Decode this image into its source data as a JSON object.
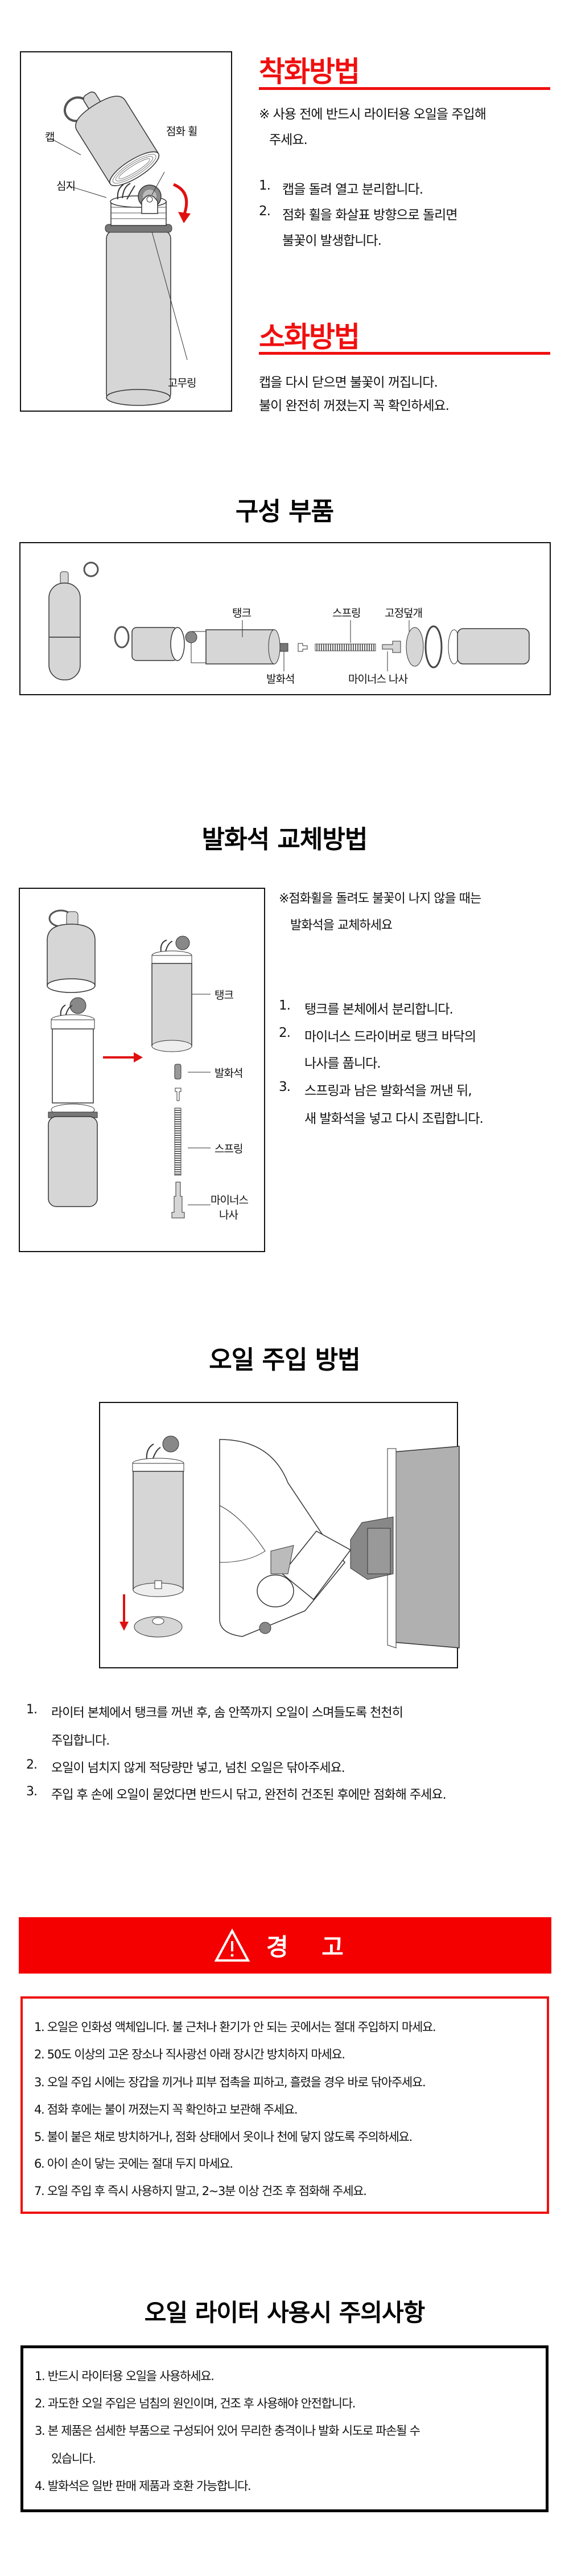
{
  "ignition": {
    "title": "착화방법",
    "note_line1": "※ 사용 전에 반드시 라이터용 오일을 주입해",
    "note_line2": "주세요.",
    "steps": [
      {
        "num": "1.",
        "line1": "캡을 돌려 열고 분리합니다."
      },
      {
        "num": "2.",
        "line1": "점화 휠을 화살표 방향으로 돌리면",
        "line2": "불꽃이 발생합니다."
      }
    ],
    "labels": {
      "cap": "캡",
      "wheel": "점화 휠",
      "wick": "심지",
      "oring": "고무링"
    }
  },
  "extinguish": {
    "title": "소화방법",
    "line1": "캡을 다시 닫으면 불꽃이 꺼집니다.",
    "line2": "불이 완전히 꺼졌는지 꼭 확인하세요."
  },
  "components": {
    "title": "구성 부품",
    "labels": {
      "tank": "탱크",
      "spring": "스프링",
      "cover": "고정덮개",
      "flint": "발화석",
      "screw": "마이너스 나사"
    }
  },
  "flint_replace": {
    "title": "발화석 교체방법",
    "note_line1": "※점화휠을 돌려도 불꽃이 나지 않을 때는",
    "note_line2": "발화석을 교체하세요",
    "steps": [
      {
        "num": "1.",
        "line1": "탱크를 본체에서 분리합니다."
      },
      {
        "num": "2.",
        "line1": "마이너스 드라이버로 탱크 바닥의",
        "line2": "나사를 풉니다."
      },
      {
        "num": "3.",
        "line1": "스프링과 남은 발화석을 꺼낸 뒤,",
        "line2": "새 발화석을 넣고 다시 조립합니다."
      }
    ],
    "labels": {
      "tank": "탱크",
      "flint": "발화석",
      "spring": "스프링",
      "screw_line1": "마이너스",
      "screw_line2": "나사"
    }
  },
  "oil_fill": {
    "title": "오일 주입 방법",
    "steps": [
      {
        "num": "1.",
        "line1": "라이터 본체에서 탱크를 꺼낸 후, 솜 안쪽까지 오일이 스며들도록 천천히",
        "line2": "주입합니다."
      },
      {
        "num": "2.",
        "line1": "오일이 넘치지 않게 적당량만 넣고, 넘친 오일은 닦아주세요."
      },
      {
        "num": "3.",
        "line1": "주입 후 손에 오일이 묻었다면 반드시 닦고, 완전히 건조된 후에만 점화해 주세요."
      }
    ]
  },
  "warning": {
    "title": "경 고",
    "icon": "warning-triangle-icon",
    "items": [
      "1. 오일은 인화성 액체입니다. 불 근처나 환기가 안 되는 곳에서는 절대 주입하지 마세요.",
      "2. 50도 이상의 고온 장소나 직사광선 아래 장시간 방치하지 마세요.",
      "3. 오일 주입 시에는 장갑을 끼거나 피부 접촉을 피하고, 흘렸을 경우 바로 닦아주세요.",
      "4. 점화 후에는 불이 꺼졌는지 꼭 확인하고 보관해 주세요.",
      "5. 불이 붙은 채로 방치하거나, 점화 상태에서 옷이나 천에 닿지 않도록 주의하세요.",
      "6. 아이 손이 닿는 곳에는 절대 두지 마세요.",
      "7. 오일 주입 후 즉시 사용하지 말고, 2~3분 이상 건조 후 점화해 주세요."
    ]
  },
  "caution": {
    "title": "오일 라이터 사용시 주의사항",
    "items": [
      {
        "line1": "1. 반드시 라이터용 오일을 사용하세요."
      },
      {
        "line1": "2. 과도한 오일 주입은 넘침의 원인이며, 건조 후 사용해야 안전합니다."
      },
      {
        "line1": "3. 본 제품은 섬세한 부품으로 구성되어 있어 무리한 충격이나 발화 시도로 파손될 수",
        "line2": "있습니다."
      },
      {
        "line1": "4. 발화석은 일반 판매 제품과 호환 가능합니다."
      }
    ]
  },
  "colors": {
    "accent": "#f01010",
    "part_gray": "#d4d4d4",
    "text": "#111111"
  }
}
